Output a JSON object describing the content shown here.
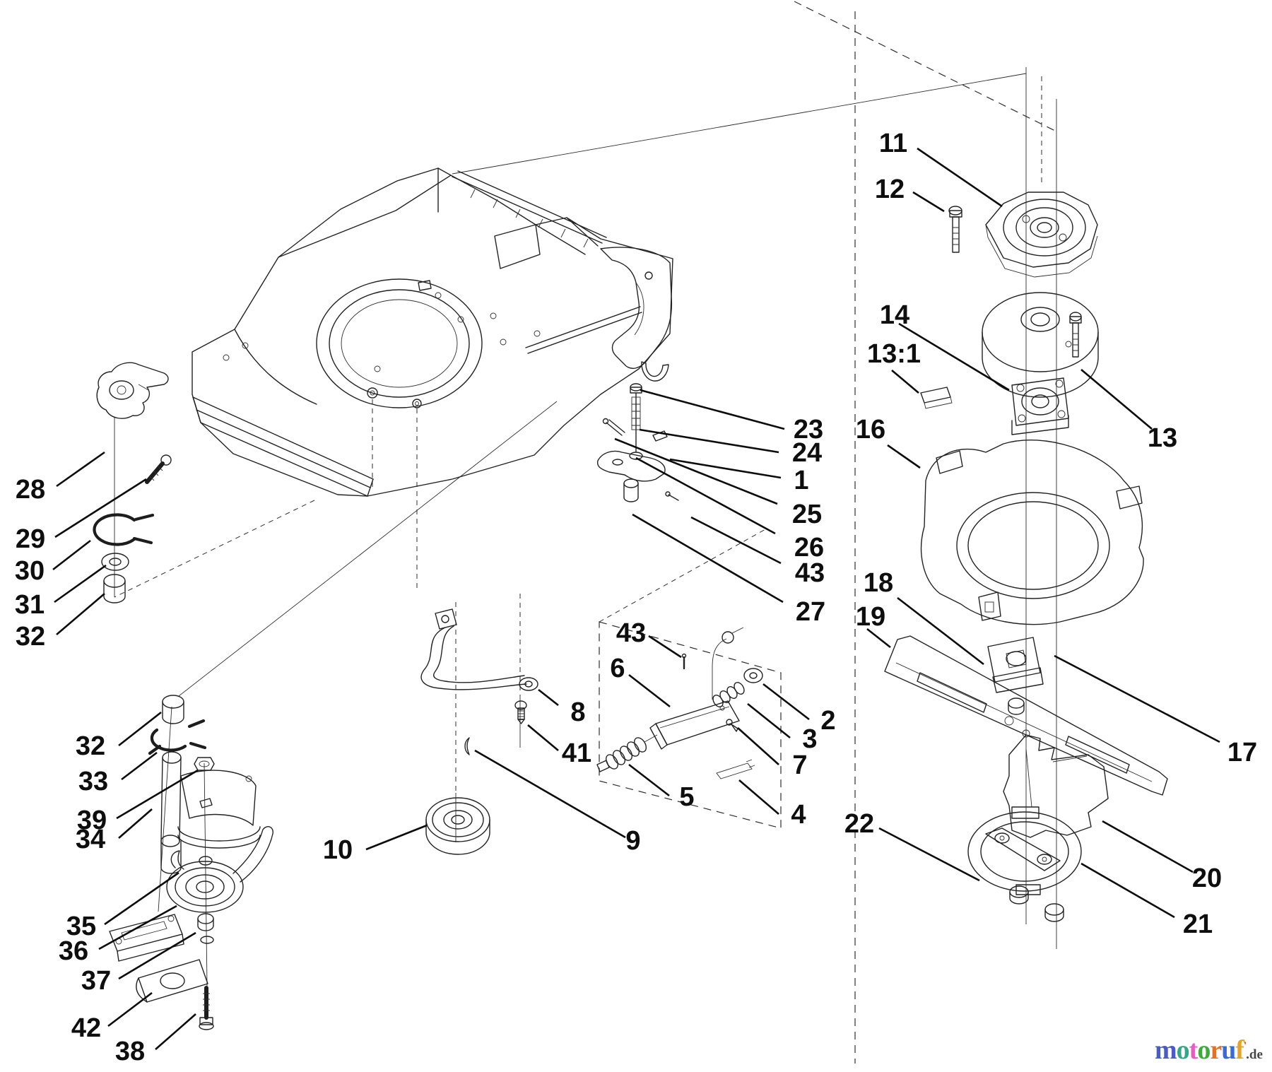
{
  "page": {
    "background": "#ffffff",
    "line_color": "#232323"
  },
  "diagram": {
    "title": "mower deck exploded parts diagram",
    "callouts": [
      "28",
      "29",
      "30",
      "31",
      "32",
      "32",
      "33",
      "39",
      "34",
      "35",
      "36",
      "37",
      "42",
      "38",
      "10",
      "9",
      "8",
      "41",
      "5",
      "4",
      "43",
      "6",
      "7",
      "3",
      "2",
      "23",
      "24",
      "1",
      "25",
      "26",
      "43",
      "27",
      "11",
      "12",
      "14",
      "13:1",
      "16",
      "13",
      "18",
      "19",
      "22",
      "20",
      "21",
      "17"
    ]
  },
  "watermark": {
    "letters": [
      {
        "ch": "m",
        "color": "#4a5cc2"
      },
      {
        "ch": "o",
        "color": "#3aa488"
      },
      {
        "ch": "t",
        "color": "#df5fc2"
      },
      {
        "ch": "o",
        "color": "#41a83e"
      },
      {
        "ch": "r",
        "color": "#e0722c"
      },
      {
        "ch": "u",
        "color": "#3c6ace"
      },
      {
        "ch": "f",
        "color": "#dfa62e"
      }
    ],
    "tick": {
      "ch": "'",
      "color": "#cf3030"
    },
    "suffix": ".de",
    "suffix_color": "#474747"
  }
}
